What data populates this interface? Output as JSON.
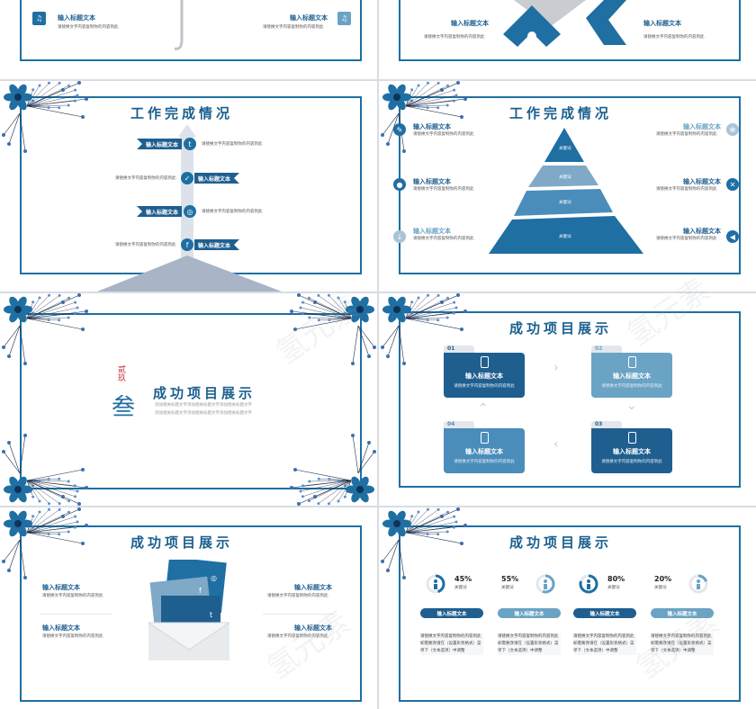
{
  "colors": {
    "primary": "#1f6fa3",
    "dark": "#1a5f8e",
    "light": "#6aa3c4",
    "mid": "#4a8dbb",
    "grey": "#a9b4c6"
  },
  "common": {
    "label": "输入标题文本",
    "desc": "请替换文字内容复制你的内容到此",
    "keyword": "关键词"
  },
  "slide1": {
    "left_label": "输入标题文本",
    "left_desc": "请替换文字内容复制你的内容到此",
    "right_label": "输入标题文本",
    "right_desc": "请替换文字内容复制你的内容到此"
  },
  "slide2": {
    "left_label": "输入标题文本",
    "left_desc": "请替换文字内容复制你的内容到此",
    "right_label": "输入标题文本",
    "right_desc": "请替换文字内容复制你的内容到此"
  },
  "slide3": {
    "title": "工作完成情况",
    "items": [
      {
        "label": "输入标题文本",
        "desc": "请替换文字内容复制你的内容到此"
      },
      {
        "label": "输入标题文本",
        "desc": "请替换文字内容复制你的内容到此"
      },
      {
        "label": "输入标题文本",
        "desc": "请替换文字内容复制你的内容到此"
      },
      {
        "label": "输入标题文本",
        "desc": "请替换文字内容复制你的内容到此"
      }
    ]
  },
  "slide4": {
    "title": "工作完成情况",
    "pyramid": [
      "关键词",
      "关键词",
      "关键词",
      "关键词"
    ],
    "left": [
      {
        "label": "输入标题文本",
        "desc": "请替换文字内容复制你的内容到此"
      },
      {
        "label": "输入标题文本",
        "desc": "请替换文字内容复制你的内容到此"
      },
      {
        "label": "输入标题文本",
        "desc": "请替换文字内容复制你的内容到此"
      }
    ],
    "right": [
      {
        "label": "输入标题文本",
        "desc": "请替换文字内容复制你的内容到此"
      },
      {
        "label": "输入标题文本",
        "desc": "请替换文字内容复制你的内容到此"
      },
      {
        "label": "输入标题文本",
        "desc": "请替换文字内容复制你的内容到此"
      }
    ]
  },
  "slide5": {
    "seal": "贰玖",
    "number": "叁",
    "title": "成功项目展示",
    "sub1": "添加相关标题文字添加相关标题文字添加相关标题文字",
    "sub2": "添加相关标题文字添加相关标题文字添加相关标题文字"
  },
  "slide6": {
    "title": "成功项目展示",
    "cards": [
      {
        "num": "01",
        "label": "输入标题文本",
        "desc": "请替换文字内容复制你的内容到此"
      },
      {
        "num": "02",
        "label": "输入标题文本",
        "desc": "请替换文字内容复制你的内容到此"
      },
      {
        "num": "03",
        "label": "输入标题文本",
        "desc": "请替换文字内容复制你的内容到此"
      },
      {
        "num": "04",
        "label": "输入标题文本",
        "desc": "请替换文字内容复制你的内容到此"
      }
    ]
  },
  "slide7": {
    "title": "成功项目展示",
    "left": [
      {
        "label": "输入标题文本",
        "desc": "请替换文字内容复制你的内容到此"
      },
      {
        "label": "输入标题文本",
        "desc": "请替换文字内容复制你的内容到此"
      }
    ],
    "right": [
      {
        "label": "输入标题文本",
        "desc": "请替换文字内容复制你的内容到此"
      },
      {
        "label": "输入标题文本",
        "desc": "请替换文字内容复制你的内容到此"
      }
    ]
  },
  "slide8": {
    "title": "成功项目展示",
    "stats": [
      {
        "percent": "45%",
        "keyword": "关键词",
        "value": 45,
        "button": "输入标题文本",
        "text": "请替换文字内容复制你的内容到此如需要改请在（设置形状格式）菜单下（文本选项）中调整"
      },
      {
        "percent": "55%",
        "keyword": "关键词",
        "value": 55,
        "button": "输入标题文本",
        "text": "请替换文字内容复制你的内容到此如需要改请在（设置形状格式）菜单下（文本选项）中调整"
      },
      {
        "percent": "80%",
        "keyword": "关键词",
        "value": 80,
        "button": "输入标题文本",
        "text": "请替换文字内容复制你的内容到此如需要改请在（设置形状格式）菜单下（文本选项）中调整"
      },
      {
        "percent": "20%",
        "keyword": "关键词",
        "value": 20,
        "button": "输入标题文本",
        "text": "请替换文字内容复制你的内容到此如需要改请在（设置形状格式）菜单下（文本选项）中调整"
      }
    ]
  },
  "watermark": "氢元素"
}
